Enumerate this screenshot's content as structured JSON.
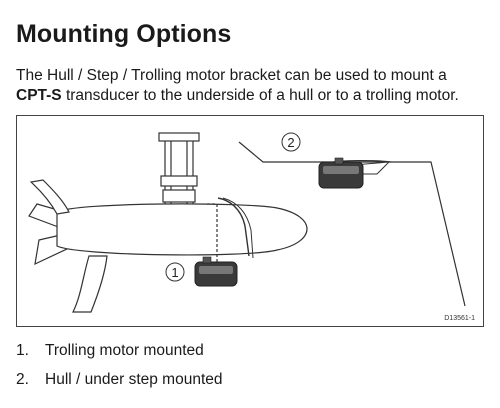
{
  "title": "Mounting Options",
  "intro": {
    "line1": "The Hull / Step / Trolling motor bracket can be used to mount a",
    "bold": "CPT-S",
    "line2_rest": " transducer to the underside of a hull or to a trolling motor."
  },
  "figure": {
    "callout_1": "1",
    "callout_2": "2",
    "code": "D13561-1"
  },
  "list": [
    {
      "num": "1.",
      "text": "Trolling motor mounted"
    },
    {
      "num": "2.",
      "text": "Hull / under step mounted"
    }
  ]
}
